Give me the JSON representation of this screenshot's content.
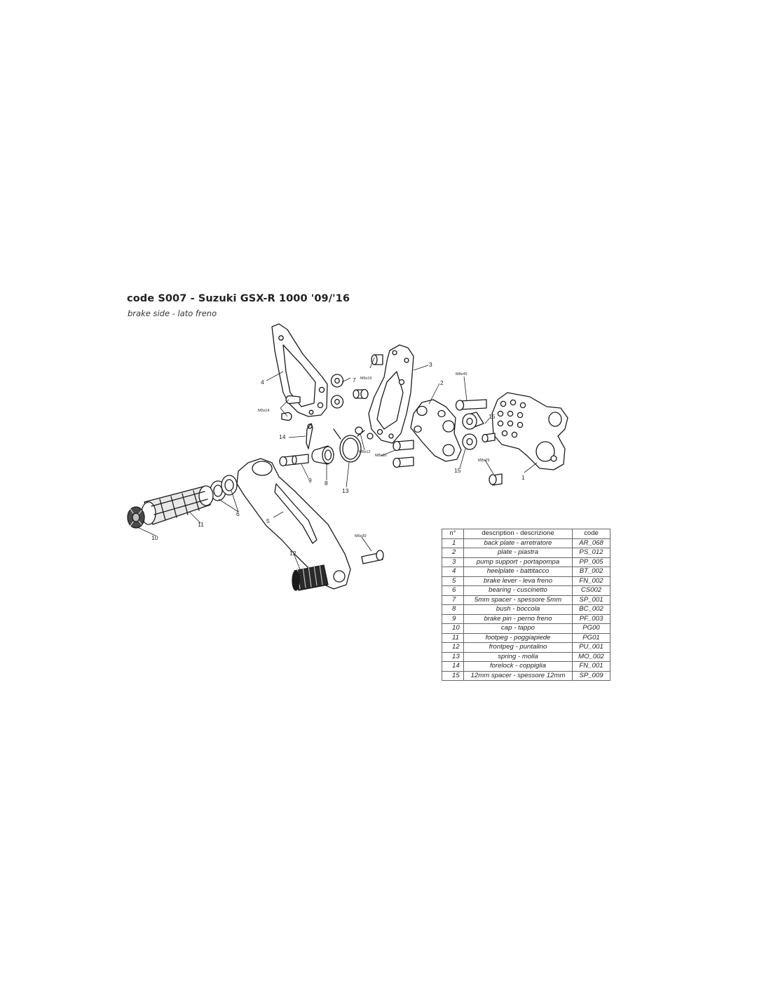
{
  "header": {
    "title": "code S007 - Suzuki GSX-R 1000 '09/'16",
    "subtitle": "brake side - lato freno"
  },
  "diagram": {
    "part_numbers": [
      "1",
      "2",
      "3",
      "4",
      "5",
      "6",
      "7",
      "8",
      "9",
      "10",
      "11",
      "12",
      "13",
      "14",
      "15",
      "15"
    ],
    "bolt_labels": [
      "M8x45",
      "M6x16",
      "M5x14",
      "M6x12",
      "M8x30",
      "M8x25",
      "M6x30"
    ]
  },
  "table": {
    "headers": [
      "n°",
      "description - descrizione",
      "code"
    ],
    "rows": [
      {
        "n": "1",
        "description": "back plate - arretratore",
        "code": "AR_068"
      },
      {
        "n": "2",
        "description": "plate - piastra",
        "code": "PS_012"
      },
      {
        "n": "3",
        "description": "pump support - portapompa",
        "code": "PP_005"
      },
      {
        "n": "4",
        "description": "heelplate - battitacco",
        "code": "BT_002"
      },
      {
        "n": "5",
        "description": "brake lever - leva freno",
        "code": "FN_002"
      },
      {
        "n": "6",
        "description": "bearing - cuscinetto",
        "code": "CS002"
      },
      {
        "n": "7",
        "description": "5mm spacer - spessore 5mm",
        "code": "SP_001"
      },
      {
        "n": "8",
        "description": "bush - boccola",
        "code": "BC_002"
      },
      {
        "n": "9",
        "description": "brake pin - perno freno",
        "code": "PF_003"
      },
      {
        "n": "10",
        "description": "cap - tappo",
        "code": "PG00"
      },
      {
        "n": "11",
        "description": "footpeg - poggiapiede",
        "code": "PG01"
      },
      {
        "n": "12",
        "description": "frontpeg - puntalino",
        "code": "PU_001"
      },
      {
        "n": "13",
        "description": "spring - molla",
        "code": "MO_002"
      },
      {
        "n": "14",
        "description": "forelock - coppiglia",
        "code": "FN_001"
      },
      {
        "n": "15",
        "description": "12mm spacer - spessore 12mm",
        "code": "SP_009"
      }
    ]
  }
}
